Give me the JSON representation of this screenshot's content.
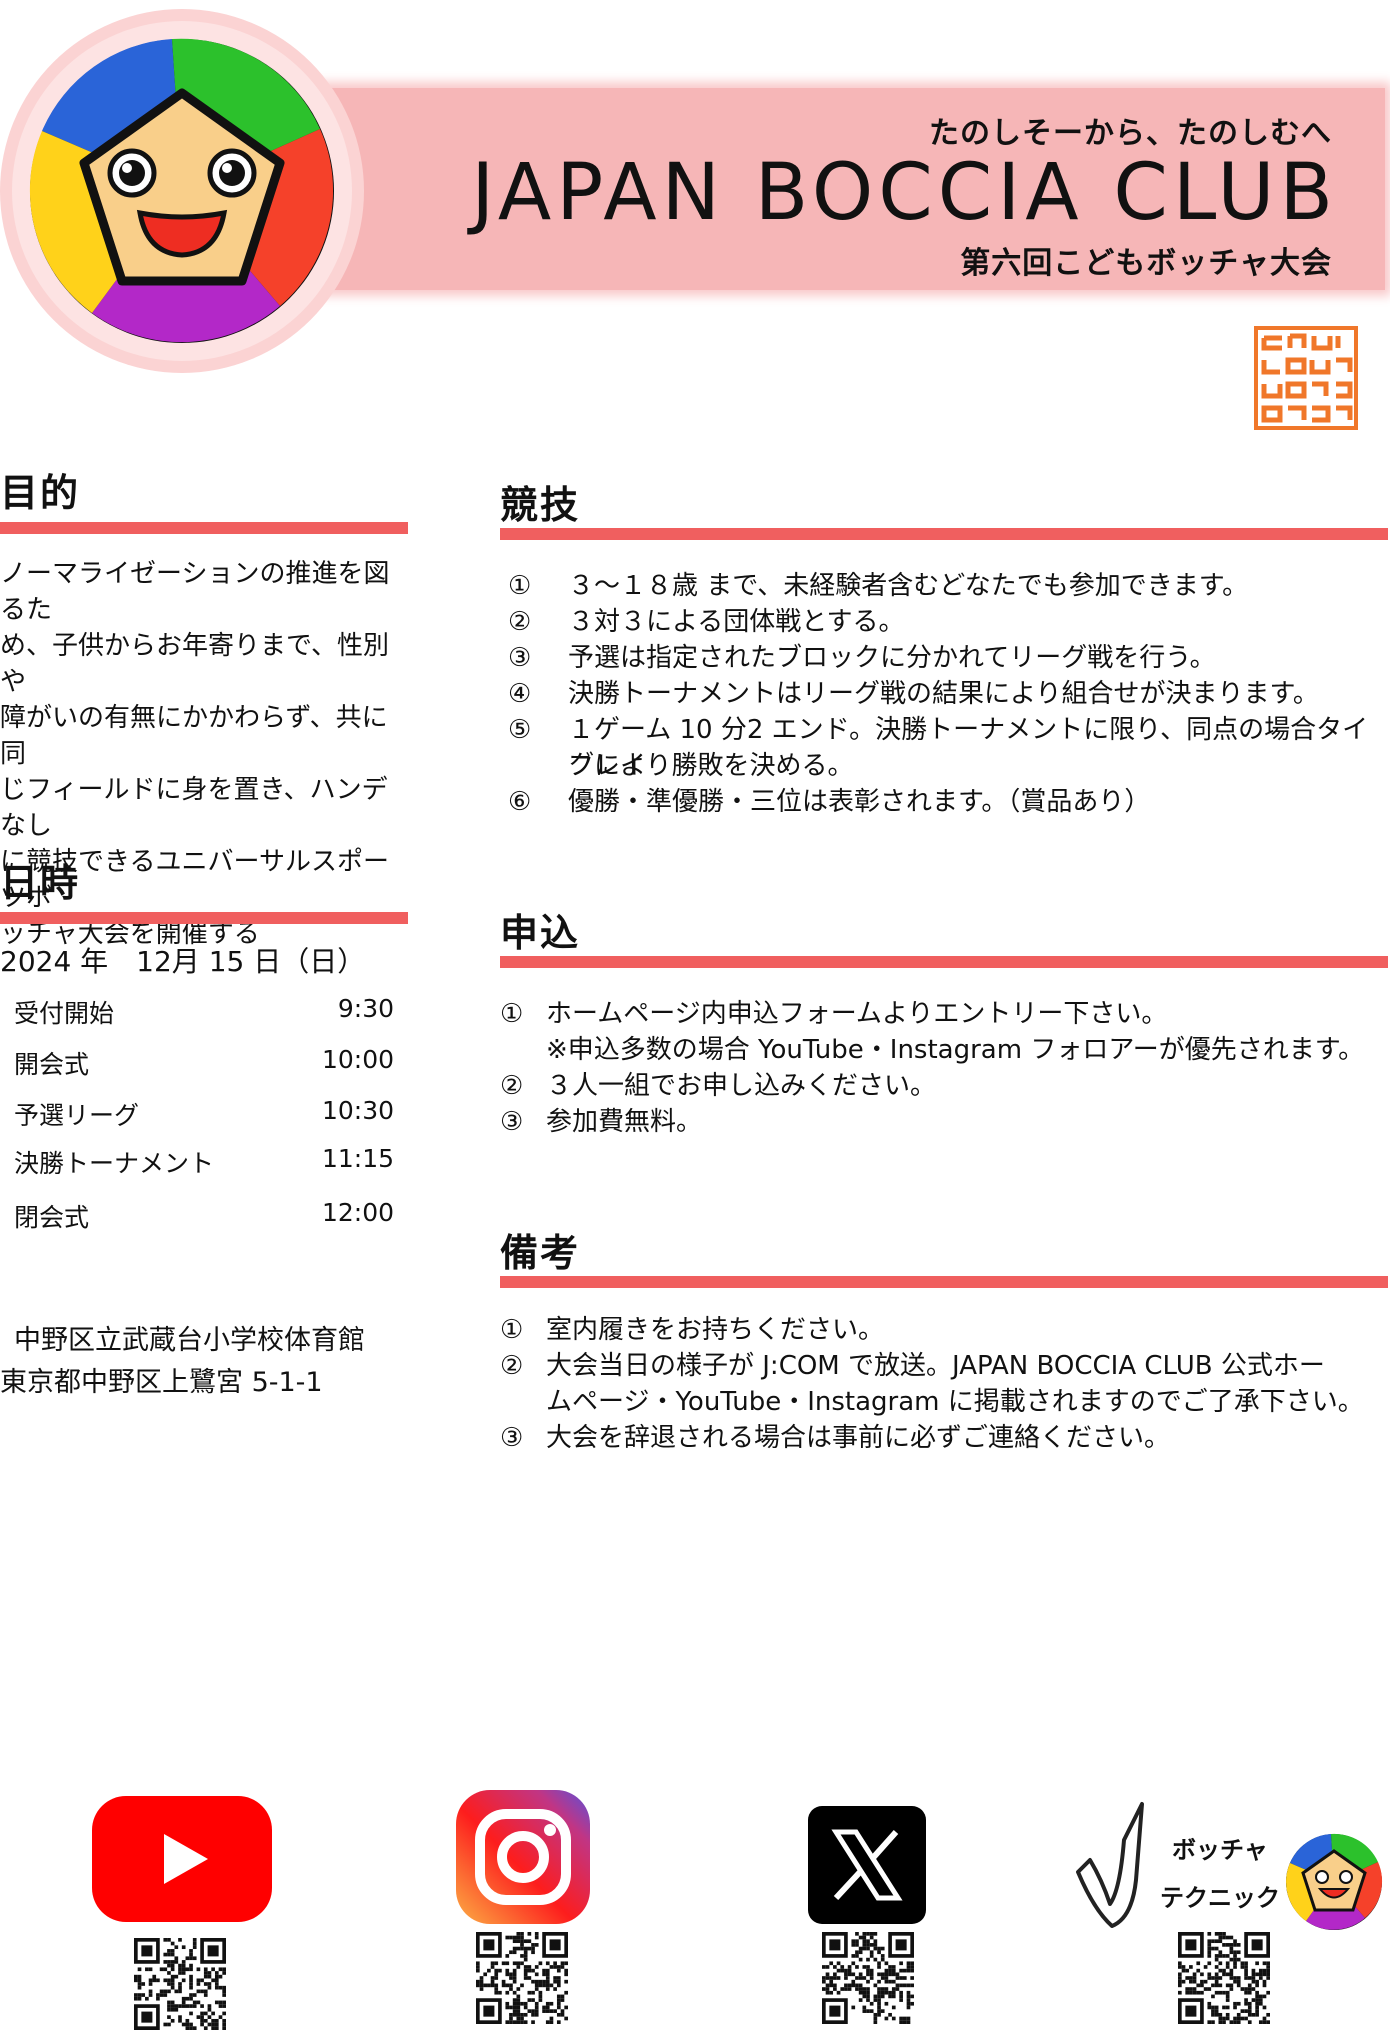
{
  "header": {
    "tagline": "たのしそーから、たのしむへ",
    "club_name": "JAPAN BOCCIA CLUB",
    "event_name": "第六回こどもボッチャ大会"
  },
  "purpose": {
    "heading": "目的",
    "lines": [
      "ノーマライゼーションの推進を図るた",
      "め、子供からお年寄りまで、性別や",
      "障がいの有無にかかわらず、共に同",
      "じフィールドに身を置き、ハンデなし",
      "に競技できるユニバーサルスポーツボ",
      "ッチャ大会を開催する"
    ]
  },
  "datetime": {
    "heading": "日時",
    "date": "2024 年　12月 15 日（日）",
    "schedule": [
      {
        "label": "受付開始",
        "time": "9:30"
      },
      {
        "label": "開会式",
        "time": "10:00"
      },
      {
        "label": "予選リーグ",
        "time": "10:30"
      },
      {
        "label": "決勝トーナメント",
        "time": "11:15"
      },
      {
        "label": "閉会式",
        "time": "12:00"
      }
    ],
    "venue": "中野区立武蔵台小学校体育館",
    "address": "東京都中野区上鷺宮 5-1-1"
  },
  "competition": {
    "heading": "競技",
    "items": [
      {
        "num": "①",
        "text": "３～１８歳 まで、未経験者含むどなたでも参加できます。"
      },
      {
        "num": "②",
        "text": "３対３による団体戦とする。"
      },
      {
        "num": "③",
        "text": "予選は指定されたブロックに分かれてリーグ戦を行う。"
      },
      {
        "num": "④",
        "text": "決勝トーナメントはリーグ戦の結果により組合せが決まります。"
      },
      {
        "num": "⑤",
        "text": "１ゲーム 10 分2 エンド。決勝トーナメントに限り、同点の場合タイブレイ",
        "cont": "クにより勝敗を決める。"
      },
      {
        "num": "⑥",
        "text": "優勝・準優勝・三位は表彰されます。（賞品あり）"
      }
    ]
  },
  "application": {
    "heading": "申込",
    "items": [
      {
        "num": "①",
        "text": "ホームページ内申込フォームよりエントリー下さい。",
        "cont": "※申込多数の場合 YouTube・Instagram フォロアーが優先されます。"
      },
      {
        "num": "②",
        "text": "３人一組でお申し込みください。"
      },
      {
        "num": "③",
        "text": "参加費無料。"
      }
    ]
  },
  "notes": {
    "heading": "備考",
    "items": [
      {
        "num": "①",
        "text": "室内履きをお持ちください。"
      },
      {
        "num": "②",
        "text": "大会当日の様子が J:COM で放送。JAPAN BOCCIA CLUB 公式ホー",
        "cont": "ムページ・YouTube・Instagram に掲載されますのでご了承下さい。"
      },
      {
        "num": "③",
        "text": "大会を辞退される場合は事前に必ずご連絡ください。"
      }
    ]
  },
  "footer": {
    "technique_line1": "ボッチャ",
    "technique_line2": "テクニック"
  },
  "colors": {
    "accent_bar": "#f05f5f",
    "banner": "#f6b6b7"
  }
}
